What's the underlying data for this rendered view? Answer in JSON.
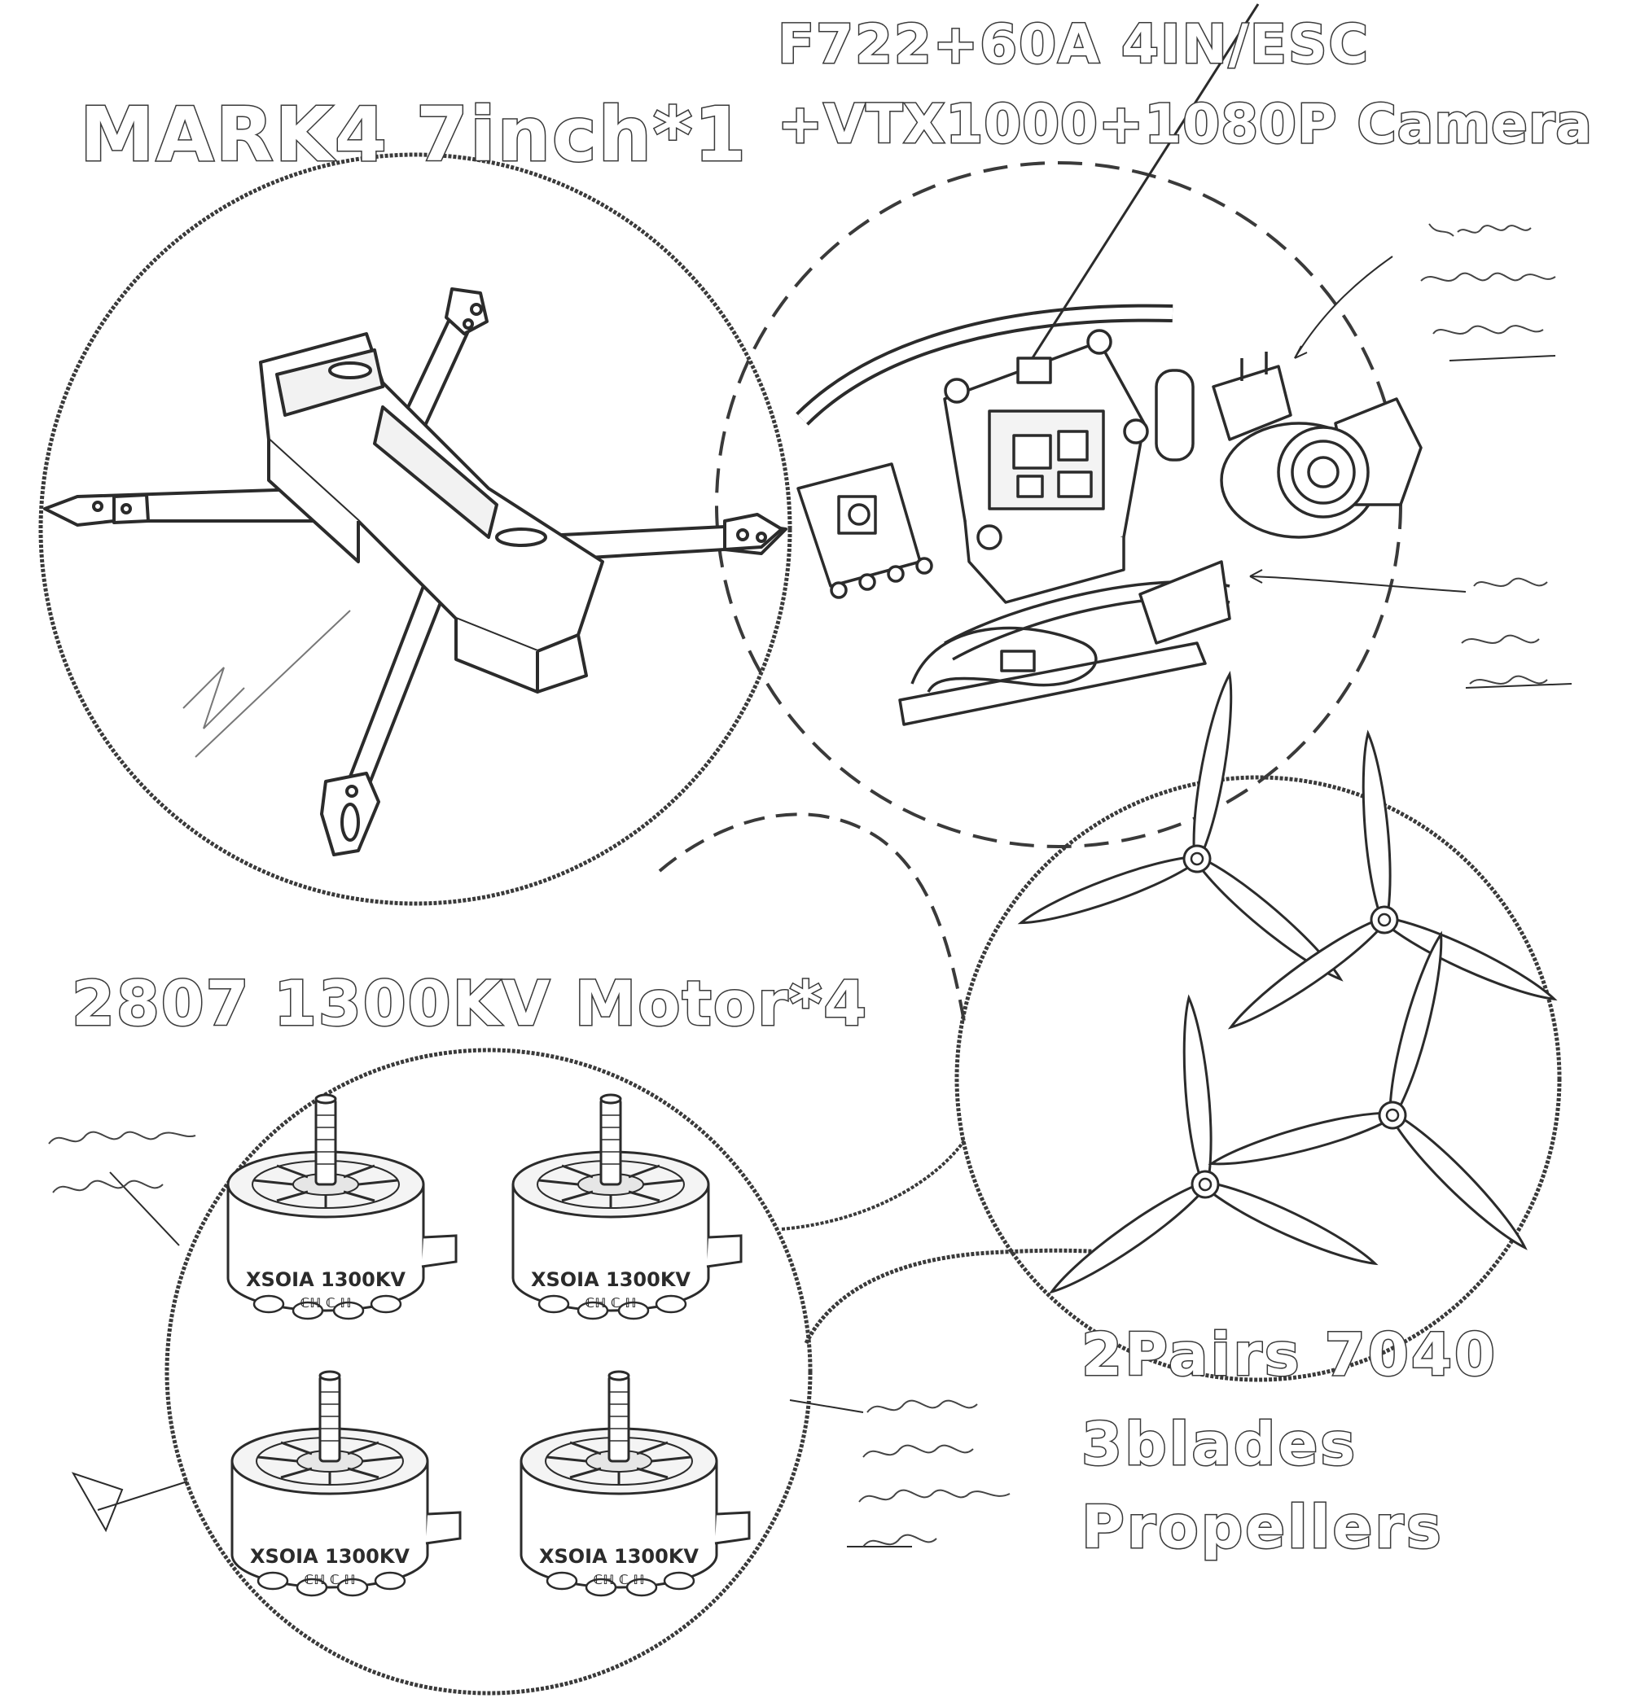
{
  "titles": {
    "frame": "MARK4 7inch*1",
    "esc_line1": "F722+60A 4IN/ESC",
    "esc_line2": "+VTX1000+1080P Camera",
    "motor": "2807 1300KV Motor*4",
    "prop_line1": "2Pairs 7040",
    "prop_line2": "3blades",
    "prop_line3": "Propellers"
  },
  "motor_labels": {
    "model": "XSOIA 1300KV",
    "sub": "ℂℍ ℂ ℍ"
  },
  "colors": {
    "stroke": "#2b2b2b",
    "outline_text": "#3a3a3a",
    "background": "#ffffff"
  }
}
